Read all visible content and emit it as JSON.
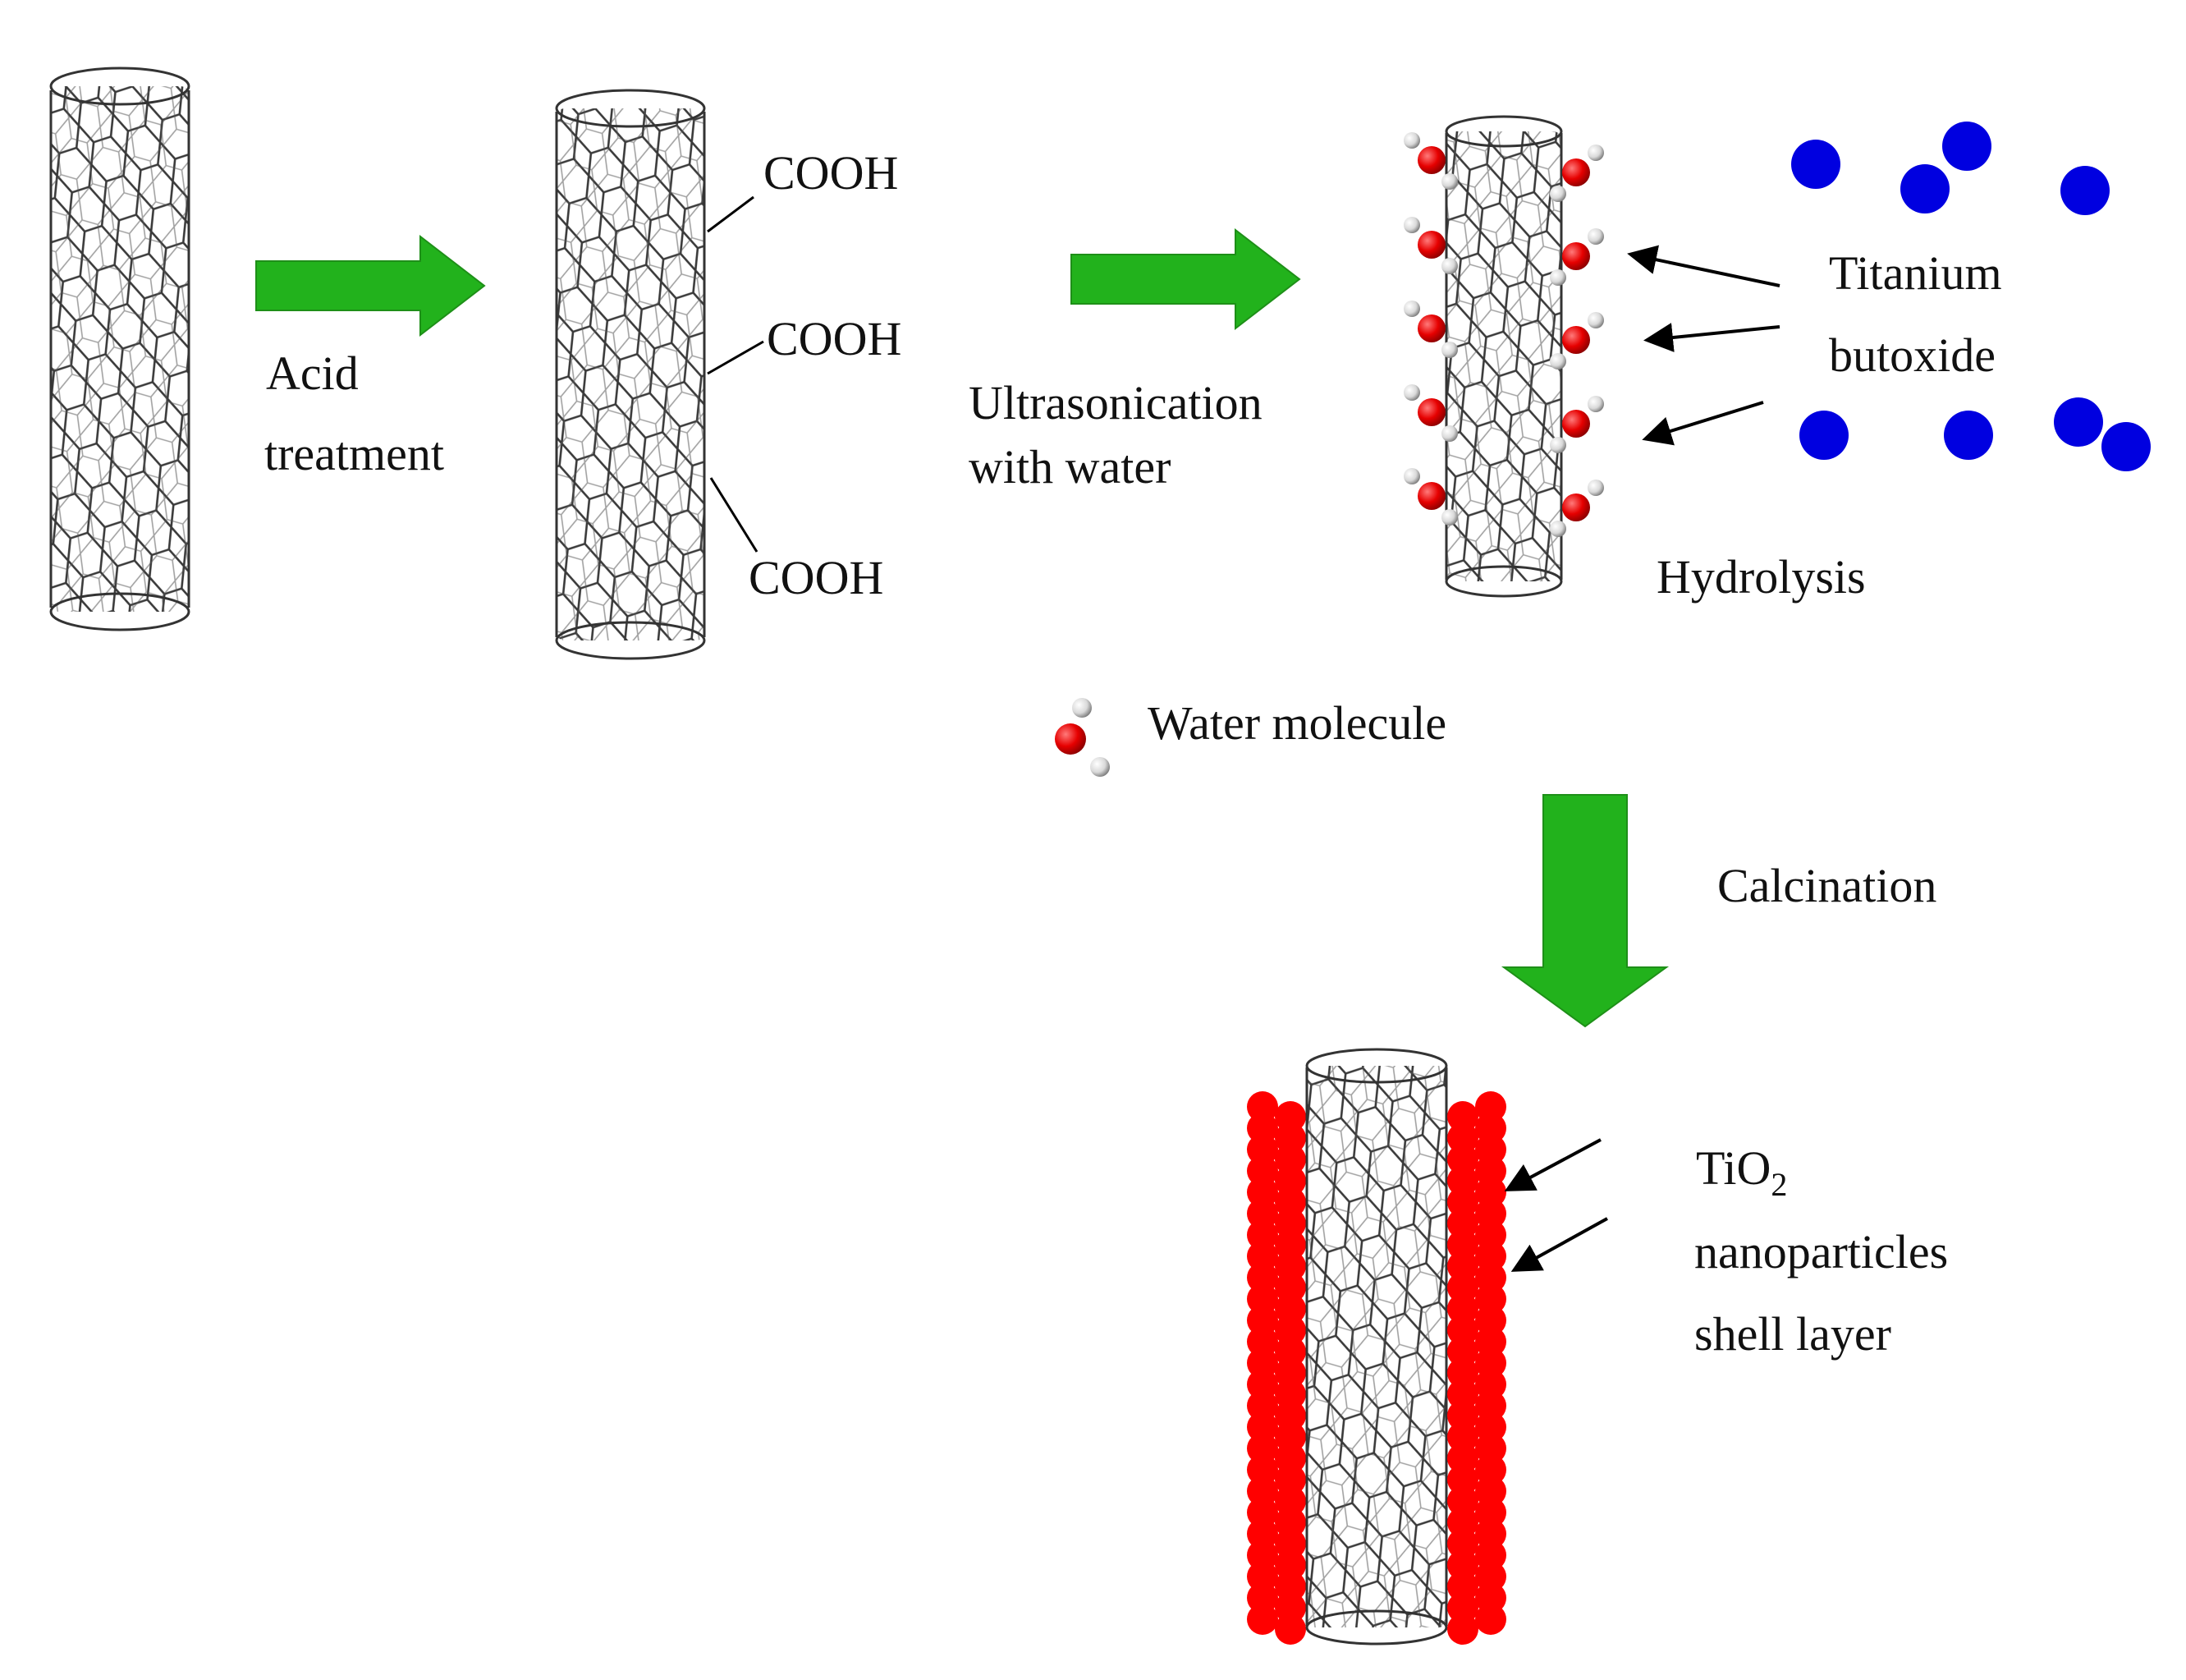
{
  "labels": {
    "acid_1": "Acid",
    "acid_2": "treatment",
    "cooh_top": "COOH",
    "cooh_mid": "COOH",
    "cooh_bot": "COOH",
    "ultra_1": "Ultrasonication",
    "ultra_2": "with water",
    "titanium_1": "Titanium",
    "titanium_2": "butoxide",
    "hydrolysis": "Hydrolysis",
    "water_molecule": "Water molecule",
    "calcination": "Calcination",
    "tio2_base": "TiO",
    "tio2_sub": "2",
    "tio2_2": "nanoparticles",
    "tio2_3": "shell layer"
  },
  "colors": {
    "process_arrow": "#22b21c",
    "oxygen": "#e60000",
    "hydrogen": "#d9d9d9",
    "titanium_butoxide": "#0000e0",
    "tio2_particle": "#ff0000",
    "nanotube_line": "#333333"
  }
}
